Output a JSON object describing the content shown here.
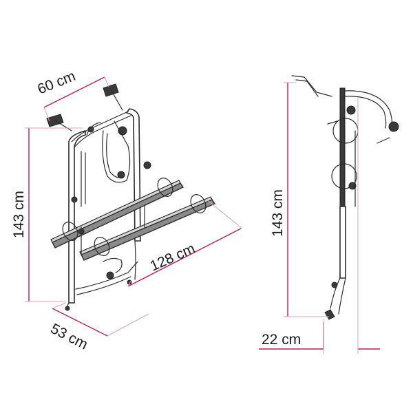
{
  "dimensions": {
    "front_width": "60 cm",
    "front_height": "143 cm",
    "rail_length": "128 cm",
    "front_depth": "53 cm",
    "side_height": "143 cm",
    "side_depth": "22 cm"
  },
  "colors": {
    "dimension_line": "#c2185b",
    "rack_stroke": "#2a2a2a",
    "rail_fill": "#8a8a8a"
  }
}
